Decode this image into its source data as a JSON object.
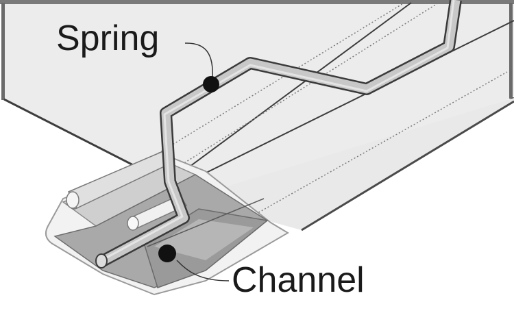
{
  "diagram": {
    "type": "labeled-illustration",
    "subject": "spring and channel assembly",
    "labels": [
      {
        "id": "spring",
        "text": "Spring",
        "points_to": "spring-wire"
      },
      {
        "id": "channel",
        "text": "Channel",
        "points_to": "channel-track"
      }
    ],
    "components": [
      {
        "id": "panel",
        "description": "light gray sheet panel with dotted seam lines"
      },
      {
        "id": "spring-wire",
        "description": "bent gray wire spring with zig-zag shape"
      },
      {
        "id": "channel-track",
        "description": "gray U-shaped channel track holding the spring"
      }
    ],
    "colors": {
      "background": "#ffffff",
      "panel_fill": "#ececec",
      "panel_edge": "#4a4a4a",
      "frame_top": "#7a7a7a",
      "spring_fill": "#c8c8c8",
      "spring_edge": "#3a3a3a",
      "channel_fill": "#a9a9a9",
      "channel_dark": "#8f8f8f",
      "channel_light": "#d8d8d8",
      "marker": "#111111",
      "label_text": "#1a1a1a"
    }
  }
}
